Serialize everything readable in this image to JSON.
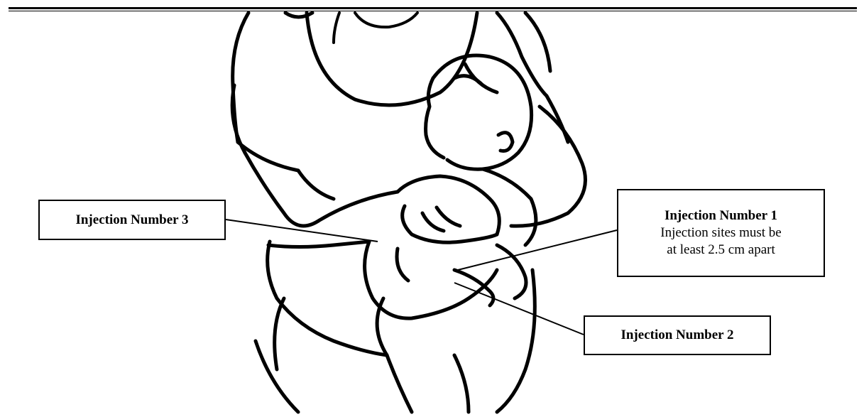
{
  "labels": {
    "injection_3": {
      "title": "Injection Number 3"
    },
    "injection_1": {
      "title": "Injection Number 1",
      "note_line_1": "Injection sites must be",
      "note_line_2": "at least 2.5 cm apart"
    },
    "injection_2": {
      "title": "Injection Number 2"
    }
  },
  "colors": {
    "ink": "#000000",
    "background": "#ffffff"
  }
}
